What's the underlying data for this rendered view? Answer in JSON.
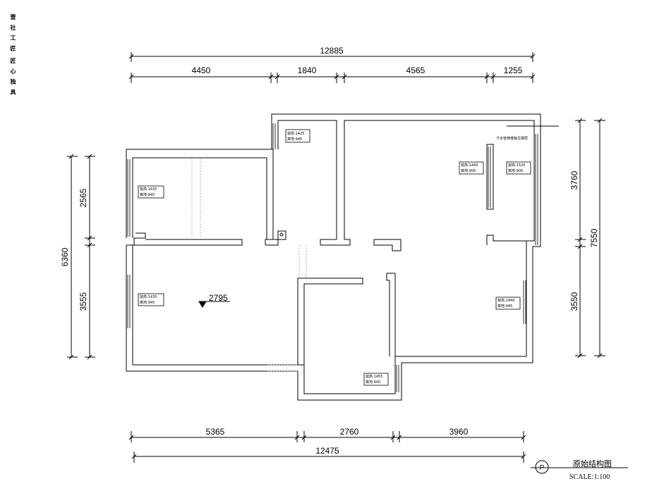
{
  "side_label": "匠 心 独 具",
  "side_label_top": "壹 社 工 匠",
  "dimensions": {
    "top_total": "12885",
    "top_seg1": "4450",
    "top_seg2": "1840",
    "top_seg3": "4565",
    "top_seg4": "1255",
    "bottom_total": "12475",
    "bottom_seg1": "5365",
    "bottom_seg2": "2760",
    "bottom_seg3": "3960",
    "left_total": "6360",
    "left_seg1": "2565",
    "left_seg2": "3555",
    "right_total": "7550",
    "right_seg1": "3760",
    "right_seg2": "3550"
  },
  "level_mark": "2795",
  "annotation_pipe": "下水管穿楼板见楼层",
  "window_tags": [
    {
      "l1": "窗高:1425",
      "l2": "离地:945"
    },
    {
      "l1": "窗高:1435",
      "l2": "离地:945"
    },
    {
      "l1": "窗高:1440",
      "l2": "离地:900"
    },
    {
      "l1": "窗高:1520",
      "l2": "离地:900"
    },
    {
      "l1": "窗高:1435",
      "l2": "离地:945"
    },
    {
      "l1": "窗高:1440",
      "l2": "离地:945"
    },
    {
      "l1": "窗高:1455",
      "l2": "离地:900"
    }
  ],
  "title_symbol": "P",
  "title": "原始结构图",
  "scale": "SCALE:1:100"
}
